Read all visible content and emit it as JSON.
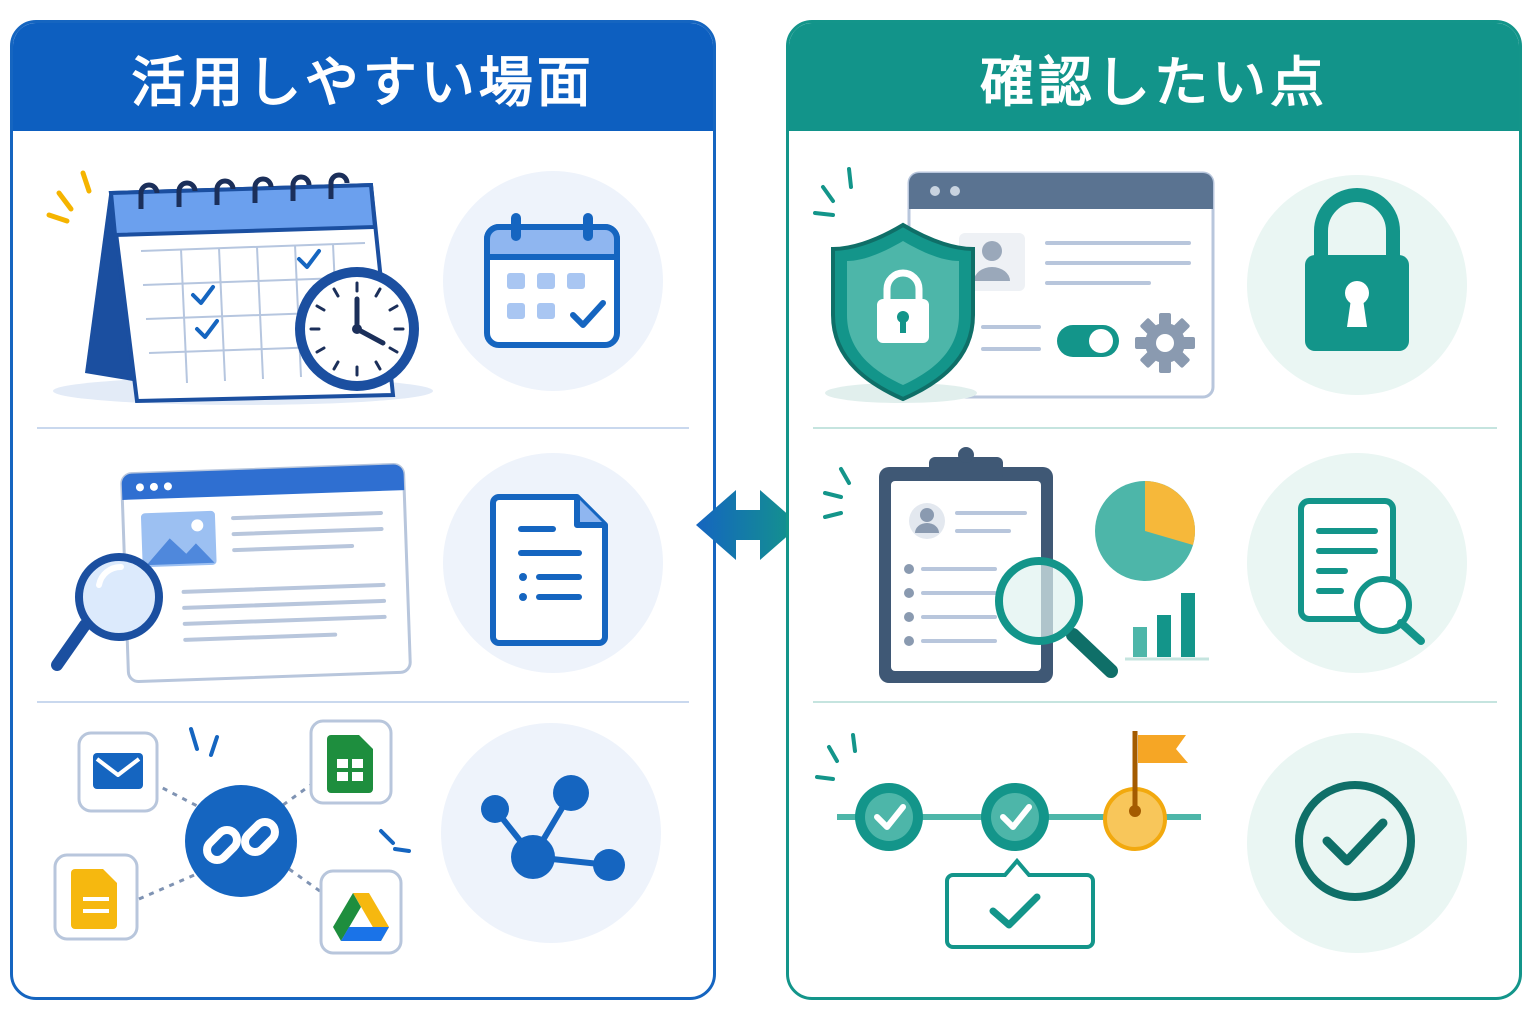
{
  "left_panel": {
    "title": "活用しやすい場面",
    "accent_color": "#1565c0",
    "rows": [
      {
        "illustration": "desk-calendar-with-clock",
        "icon": "calendar-check-icon"
      },
      {
        "illustration": "web-page-with-magnifier",
        "icon": "document-list-icon"
      },
      {
        "illustration": "linked-apps-mail-sheets-docs-drive",
        "icon": "share-network-icon"
      }
    ]
  },
  "right_panel": {
    "title": "確認したい点",
    "accent_color": "#13958a",
    "rows": [
      {
        "illustration": "shield-lock-settings-window",
        "icon": "padlock-icon"
      },
      {
        "illustration": "clipboard-review-with-charts",
        "icon": "document-search-icon"
      },
      {
        "illustration": "progress-milestones-with-flag",
        "icon": "check-circle-icon"
      }
    ]
  },
  "connector": {
    "icon": "double-arrow-icon"
  }
}
